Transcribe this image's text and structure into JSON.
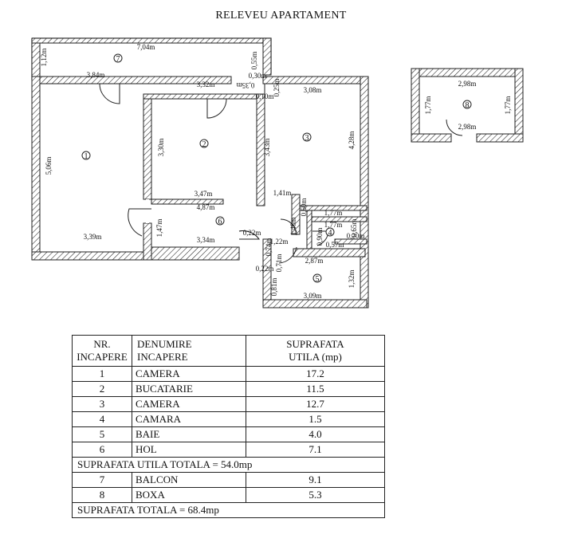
{
  "title": "RELEVEU APARTAMENT",
  "rooms": [
    {
      "num": "1",
      "name": "CAMERA",
      "area": "17.2"
    },
    {
      "num": "2",
      "name": "BUCATARIE",
      "area": "11.5"
    },
    {
      "num": "3",
      "name": "CAMERA",
      "area": "12.7"
    },
    {
      "num": "4",
      "name": "CAMARA",
      "area": "1.5"
    },
    {
      "num": "5",
      "name": "BAIE",
      "area": "4.0"
    },
    {
      "num": "6",
      "name": "HOL",
      "area": "7.1"
    },
    {
      "num": "7",
      "name": "BALCON",
      "area": "9.1"
    },
    {
      "num": "8",
      "name": "BOXA",
      "area": "5.3"
    }
  ],
  "dimensions": {
    "balcony_length": "7,04m",
    "balcony_depth": "1,12m",
    "balcony_side": "0,55m",
    "r1_top": "3,84m",
    "r1_height": "5,06m",
    "r1_bottom": "3,39m",
    "r2_top": "3,32m",
    "r2_left": "3,30m",
    "r2_bottom": "3,47m",
    "r2_right": "3,43m",
    "r3_top": "3,08m",
    "r3_right": "4,28m",
    "r3_a": "0,35m",
    "r3_b": "0,10m",
    "r3_c": "0,25m",
    "r3_d": "0,30m",
    "hall_top": "4,87m",
    "hall_left": "1,47m",
    "hall_bottom": "3,34m",
    "hall_a": "1,41m",
    "hall_b": "1,48m",
    "hall_c": "0,22m",
    "hall_d": "1,22m",
    "hall_e": "0,60m",
    "pantry_top": "1,77m",
    "pantry_inner": "1,77m",
    "pantry_h": "0,90m",
    "pantry_w": "0,57m",
    "pantry_r": "0,20m",
    "pantry_s": "0,65m",
    "bath_top": "2,87m",
    "bath_bottom": "3,09m",
    "bath_left": "0,81m",
    "bath_right": "1,32m",
    "bath_a": "0,22m",
    "bath_b": "0,74m",
    "bath_c": "0,71m",
    "box_top": "2,98m",
    "box_bottom": "2,98m",
    "box_left": "1,77m",
    "box_right": "1,77m"
  },
  "table": {
    "header_nr_line1": "NR.",
    "header_nr_line2": "INCAPERE",
    "header_name_line1": "DENUMIRE",
    "header_name_line2": "INCAPERE",
    "header_area_line1": "SUPRAFATA",
    "header_area_line2": "UTILA (mp)",
    "subtotal": "SUPRAFATA UTILA TOTALA = 54.0mp",
    "total": "SUPRAFATA TOTALA = 68.4mp"
  }
}
